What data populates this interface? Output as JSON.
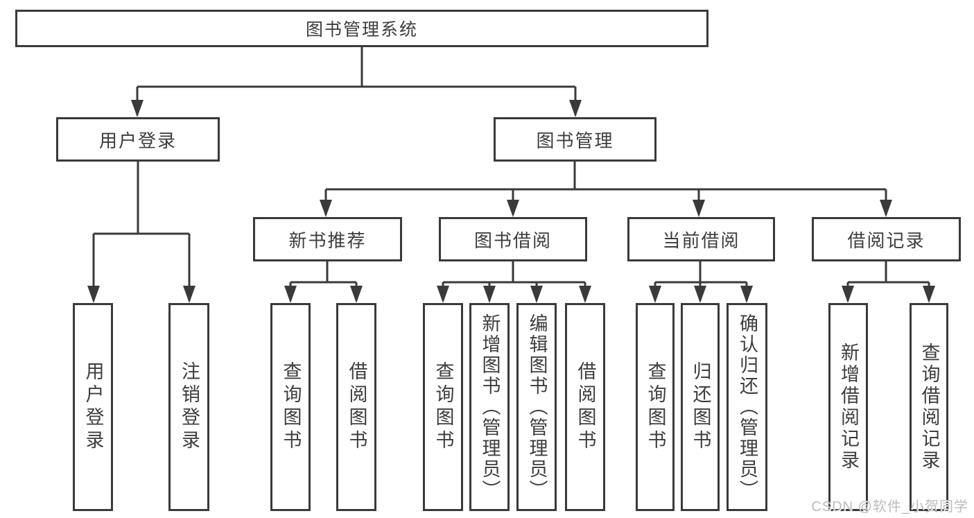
{
  "diagram": {
    "root": {
      "label": "图书管理系统"
    },
    "branches": [
      {
        "label": "用户登录",
        "leaves": [
          {
            "label": "用户登录"
          },
          {
            "label": "注销登录"
          }
        ]
      },
      {
        "label": "图书管理",
        "groups": [
          {
            "label": "新书推荐",
            "leaves": [
              {
                "label": "查询图书"
              },
              {
                "label": "借阅图书"
              }
            ]
          },
          {
            "label": "图书借阅",
            "leaves": [
              {
                "label": "查询图书"
              },
              {
                "label": "新增图书（管理员）"
              },
              {
                "label": "编辑图书（管理员）"
              },
              {
                "label": "借阅图书"
              }
            ]
          },
          {
            "label": "当前借阅",
            "leaves": [
              {
                "label": "查询图书"
              },
              {
                "label": "归还图书"
              },
              {
                "label": "确认归还（管理员）"
              }
            ]
          },
          {
            "label": "借阅记录",
            "leaves": [
              {
                "label": "新增借阅记录"
              },
              {
                "label": "查询借阅记录"
              }
            ]
          }
        ]
      }
    ]
  },
  "watermark": {
    "text": "CSDN @软件_小贺同学"
  },
  "colors": {
    "line": "#3a3a3a",
    "text": "#3d3d3d",
    "background": "#ffffff",
    "watermark": "#bcbcbc"
  }
}
